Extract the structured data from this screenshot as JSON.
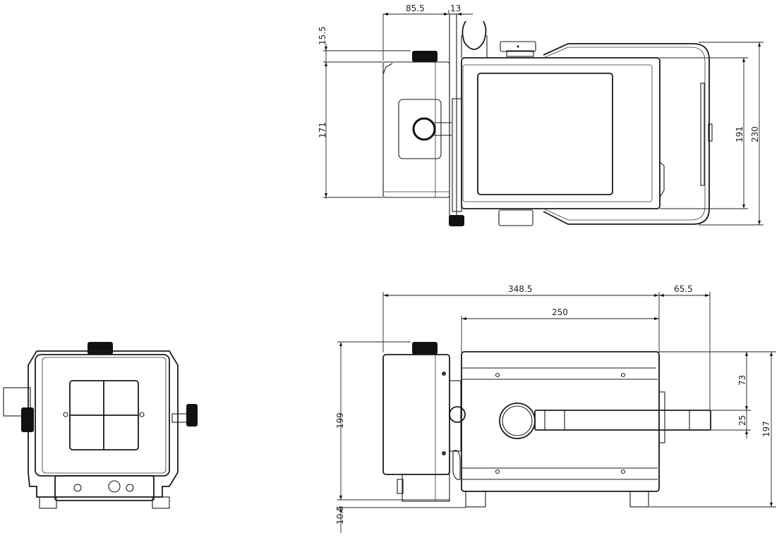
{
  "drawing": {
    "type": "technical-dimension-drawing",
    "units": "mm",
    "views": {
      "top_view": {
        "dimensions": {
          "depth_left_module": "85.5",
          "bracket_thickness": "13",
          "knob_height": "15.5",
          "left_module_width": "171",
          "body_width": "191",
          "overall_width_with_handle": "230"
        }
      },
      "side_view": {
        "dimensions": {
          "overall_length": "348.5",
          "main_body_length": "250",
          "handle_protrusion": "65.5",
          "left_module_height": "199",
          "foot_height": "10.5",
          "handle_offset_top": "73",
          "handle_diameter": "25",
          "body_height": "197"
        }
      },
      "front_view": {
        "label": ""
      }
    },
    "colors": {
      "line": "#1a1a1a",
      "background": "#ffffff"
    }
  }
}
